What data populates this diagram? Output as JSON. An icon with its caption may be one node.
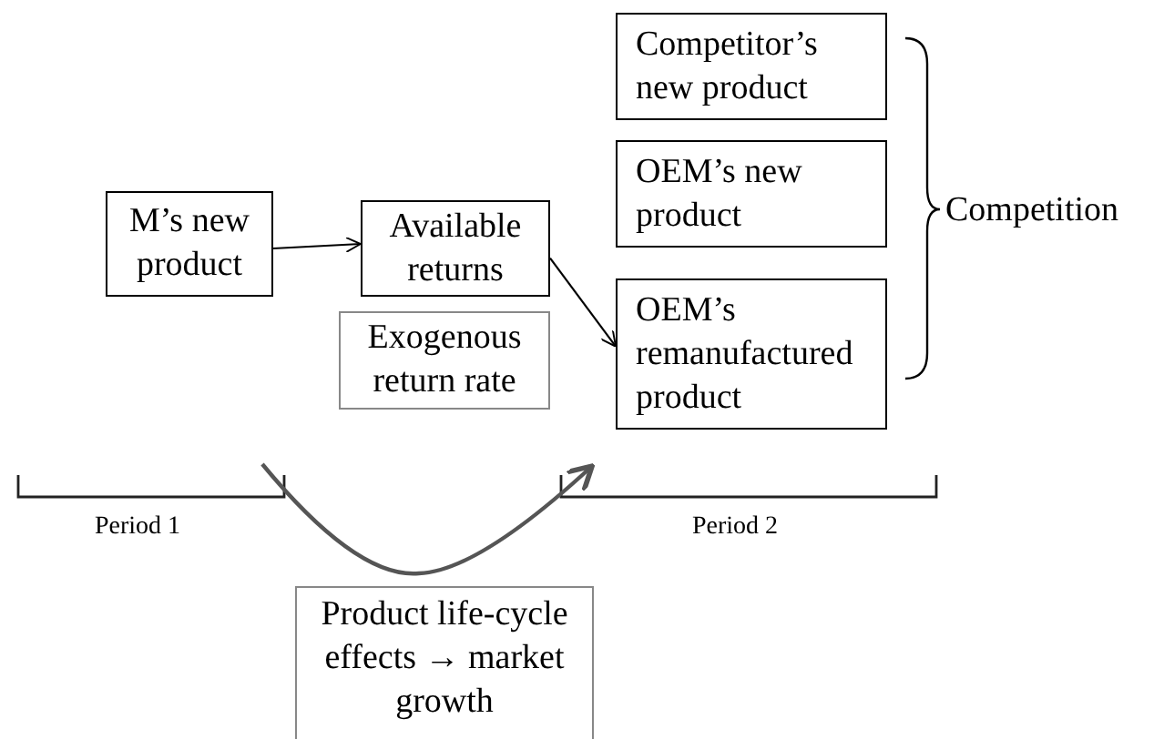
{
  "diagram": {
    "nodes": [
      {
        "text": [
          "M’s new product"
        ]
      },
      {
        "text": [
          "Available returns"
        ]
      },
      {
        "text": [
          "Exogenous return rate"
        ]
      },
      {
        "text": [
          "Competitor’s new product"
        ]
      },
      {
        "text": [
          "OEM’s new product"
        ]
      },
      {
        "text": [
          "OEM’s remanufactured product"
        ]
      },
      {
        "text": [
          "Competition"
        ]
      },
      {
        "text": [
          "Product life-cycle effects → market growth"
        ]
      }
    ],
    "edges": [
      {
        "from": 0,
        "to": 1,
        "arrow": "to"
      },
      {
        "from": 1,
        "to": 5,
        "arrow": "to"
      }
    ],
    "labels": [
      "Period 1",
      "Period 2"
    ]
  }
}
